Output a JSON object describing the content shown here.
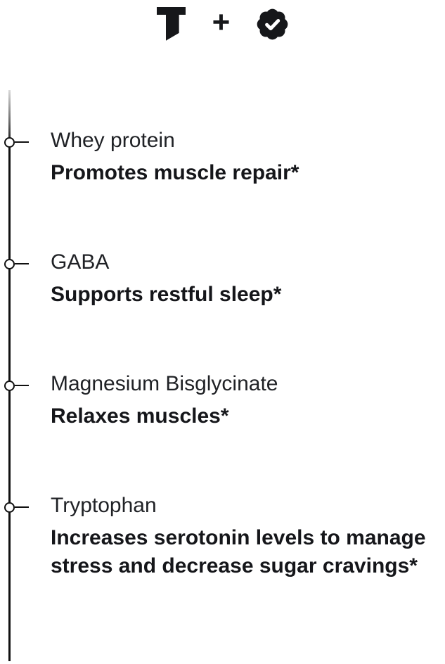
{
  "header": {
    "brand_letter": "T",
    "plus_symbol": "+",
    "badge_icon": "verified-check-badge"
  },
  "timeline": {
    "items": [
      {
        "name": "Whey protein",
        "benefit": "Promotes muscle repair*"
      },
      {
        "name": "GABA",
        "benefit": "Supports restful sleep*"
      },
      {
        "name": "Magnesium Bisglycinate",
        "benefit": "Relaxes muscles*"
      },
      {
        "name": "Tryptophan",
        "benefit": "Increases serotonin levels to manage\nstress and decrease sugar cravings*"
      }
    ]
  },
  "colors": {
    "background": "#ffffff",
    "ink": "#16171a",
    "title_text": "#202226",
    "benefit_text": "#15161a",
    "timeline": "#101010",
    "timeline_fade_top": "#d9d9d9",
    "badge_check": "#ffffff"
  }
}
